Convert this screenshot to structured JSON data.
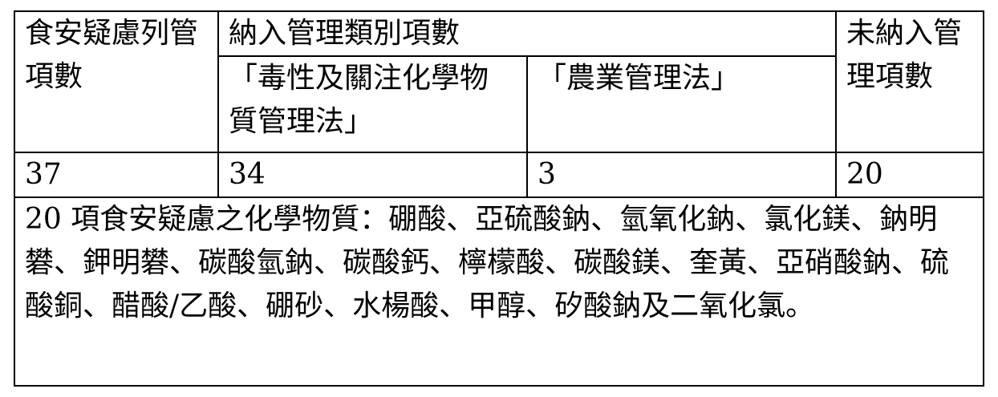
{
  "table": {
    "header": {
      "food_safety_count_label": "食安疑慮列管項數",
      "regulated_group_label": "納入管理類別項數",
      "toxic_chem_act_label": "「毒性及關注化學物質管理法」",
      "agriculture_act_label": "「農業管理法」",
      "unregulated_count_label": "未納入管理項數"
    },
    "values": {
      "food_safety_count": "37",
      "toxic_chem_act_count": "34",
      "agriculture_act_count": "3",
      "unregulated_count": "20"
    },
    "unregulated_list_text": "20 項食安疑慮之化學物質：硼酸、亞硫酸鈉、氫氧化鈉、氯化鎂、鈉明礬、鉀明礬、碳酸氫鈉、碳酸鈣、檸檬酸、碳酸鎂、奎黃、亞硝酸鈉、硫酸銅、醋酸/乙酸、硼砂、水楊酸、甲醇、矽酸鈉及二氧化氯。"
  }
}
